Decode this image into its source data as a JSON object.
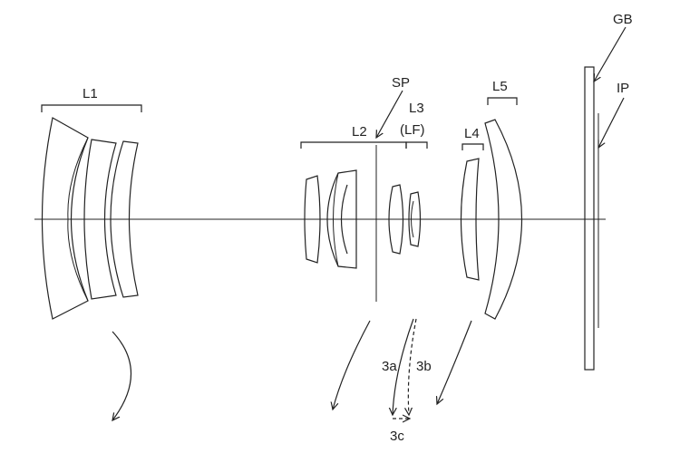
{
  "labels": {
    "gb": "GB",
    "ip": "IP",
    "sp": "SP",
    "l1": "L1",
    "l2": "L2",
    "l3": "L3",
    "lf": "(LF)",
    "l4": "L4",
    "l5": "L5",
    "m3a": "3a",
    "m3b": "3b",
    "m3c": "3c"
  },
  "colors": {
    "ink": "#222222",
    "background": "#ffffff"
  }
}
